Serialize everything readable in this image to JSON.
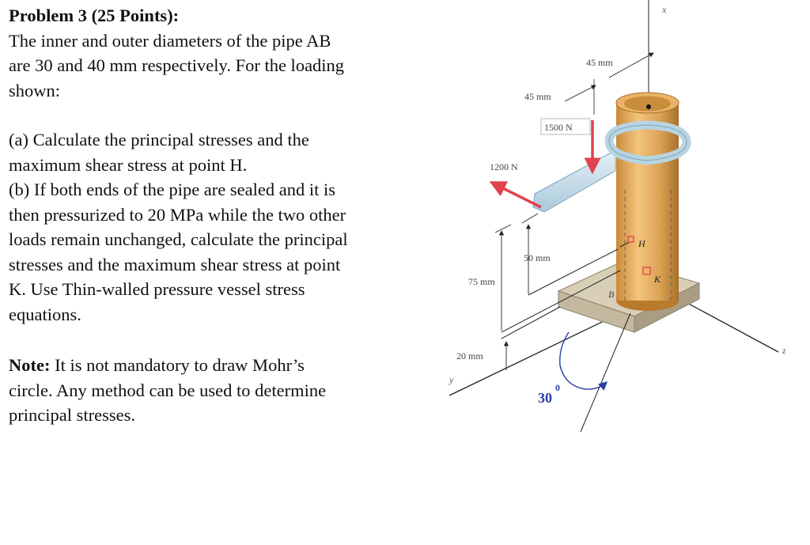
{
  "problem": {
    "title": "Problem 3 (25 Points):",
    "intro_lines": [
      "The inner and outer diameters of the pipe AB",
      "are 30 and 40 mm respectively. For the loading",
      "shown:"
    ],
    "part_a_lines": [
      "(a) Calculate the principal stresses and the",
      "maximum shear stress at point H."
    ],
    "part_b_lines": [
      "(b) If both ends of the pipe are sealed and it is",
      "then pressurized to 20 MPa while the two other",
      "loads remain unchanged, calculate the principal",
      "stresses and the maximum shear stress at point",
      "K. Use Thin-walled pressure vessel stress",
      "equations."
    ],
    "note_label": "Note:",
    "note_lines": [
      " It is not mandatory to draw Mohr’s",
      "circle. Any method can be used to determine",
      "principal stresses."
    ]
  },
  "figure": {
    "labels": {
      "axis_x": "x",
      "axis_y": "y",
      "axis_z": "z",
      "dim_45_top": "45 mm",
      "dim_45_mid": "45 mm",
      "force_1500": "1500 N",
      "force_1200": "1200 N",
      "dim_50": "50 mm",
      "dim_75": "75 mm",
      "dim_20": "20 mm",
      "point_h": "H",
      "point_k": "K",
      "point_b": "B",
      "angle_value": "30",
      "angle_unit": "0"
    },
    "colors": {
      "pipe": "#dba254",
      "pipe_dark": "#b97a2c",
      "bracket": "#cfe4ef",
      "force_arrow": "#e0424e",
      "base_top": "#d9cfb7",
      "base_side": "#b9ad92",
      "angle_mark": "#2a3fa8"
    }
  }
}
